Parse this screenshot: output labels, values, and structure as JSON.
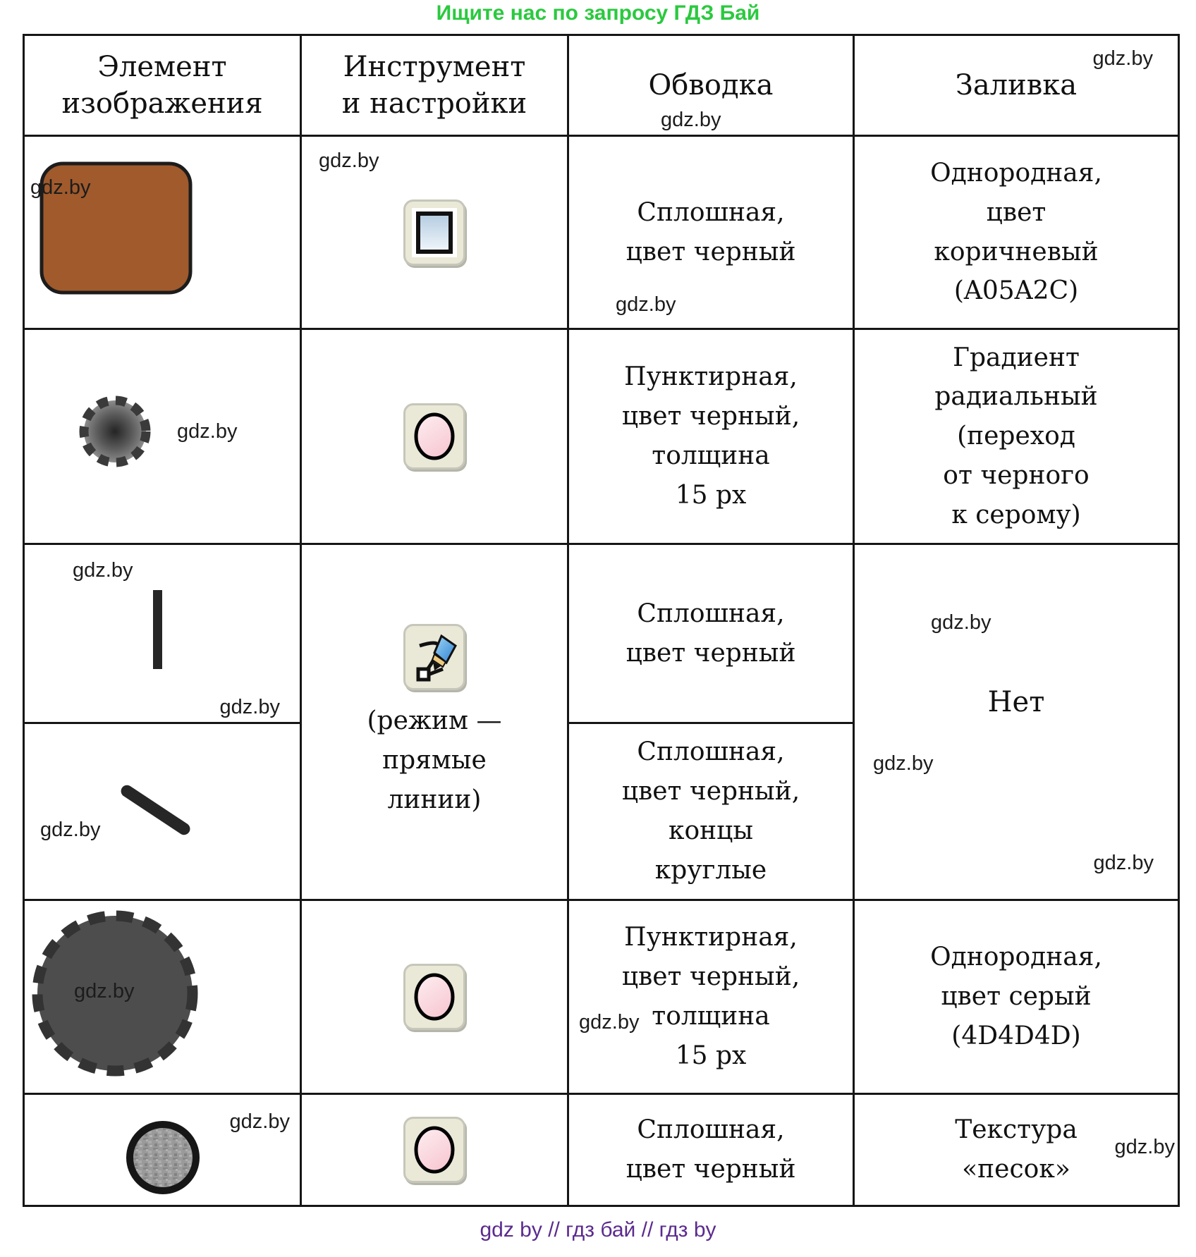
{
  "banner": {
    "text": "Ищите нас по запросу ГДЗ Бай"
  },
  "footer": {
    "text": "gdz by  //  гдз бай  //  гдз by"
  },
  "watermark": "gdz.by",
  "colors": {
    "banner_green": "#2bc93f",
    "footer_purple": "#5b2b8e",
    "brown": "#A05A2C",
    "gray": "#4D4D4D"
  },
  "table": {
    "headers": {
      "element": "Элемент\nизображения",
      "tool": "Инструмент\nи настройки",
      "stroke": "Обводка",
      "fill": "Заливка"
    },
    "tool_caption": "(режим —\nпрямые\nлинии)",
    "cells": {
      "r1_stroke": "Сплошная,\nцвет черный",
      "r1_fill": "Однородная,\nцвет\nкоричневый\n(A05A2C)",
      "r2_stroke": "Пунктирная,\nцвет черный,\nтолщина\n15 px",
      "r2_fill": "Градиент\nрадиальный\n(переход\nот черного\nк серому)",
      "r3_stroke": "Сплошная,\nцвет черный",
      "r4_stroke": "Сплошная,\nцвет черный,\nконцы\nкруглые",
      "r34_fill": "Нет",
      "r5_stroke": "Пунктирная,\nцвет черный,\nтолщина\n15 px",
      "r5_fill": "Однородная,\nцвет серый\n(4D4D4D)",
      "r6_stroke": "Сплошная,\nцвет черный",
      "r6_fill": "Текстура\n«песок»"
    }
  }
}
